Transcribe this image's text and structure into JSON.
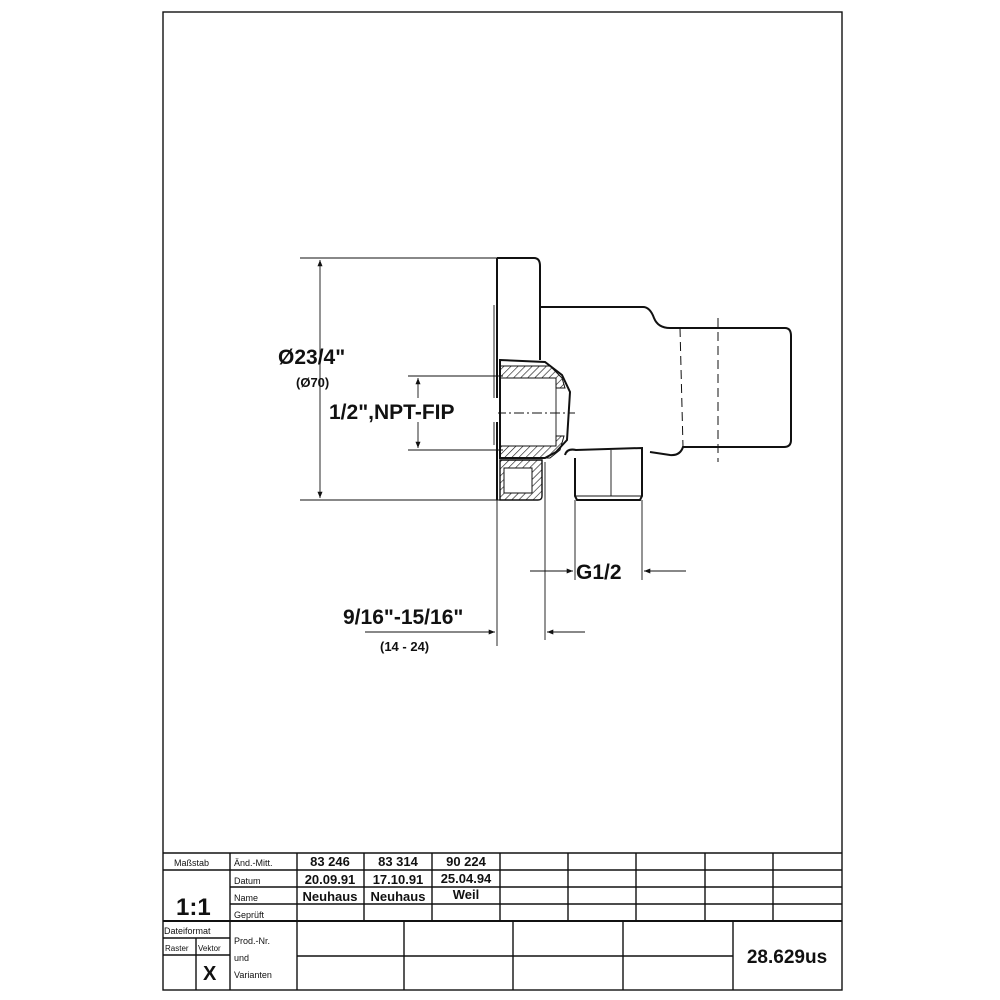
{
  "drawing": {
    "dims": {
      "diameter": "Ø23/4\"",
      "diameter_mm": "(Ø70)",
      "thread_in": "1/2\",NPT-FIP",
      "thread_out": "G1/2",
      "depth": "9/16\"-15/16\"",
      "depth_mm": "(14 - 24)"
    }
  },
  "title_block": {
    "scale_label": "Maßstab",
    "scale_value": "1:1",
    "row_labels": [
      "Änd.-Mitt.",
      "Datum",
      "Name",
      "Geprüft"
    ],
    "revisions": [
      {
        "change_no": "83 246",
        "date": "20.09.91",
        "name": "Neuhaus"
      },
      {
        "change_no": "83 314",
        "date": "17.10.91",
        "name": "Neuhaus"
      },
      {
        "change_no": "90 224",
        "date": "25.04.94",
        "name": "Weil"
      }
    ],
    "file_format_label": "Dateiformat",
    "raster_label": "Raster",
    "vector_label": "Vektor",
    "vector_mark": "X",
    "prod_label_1": "Prod.-Nr.",
    "prod_label_2": "und",
    "prod_label_3": "Varianten",
    "part_number": "28.629us"
  }
}
